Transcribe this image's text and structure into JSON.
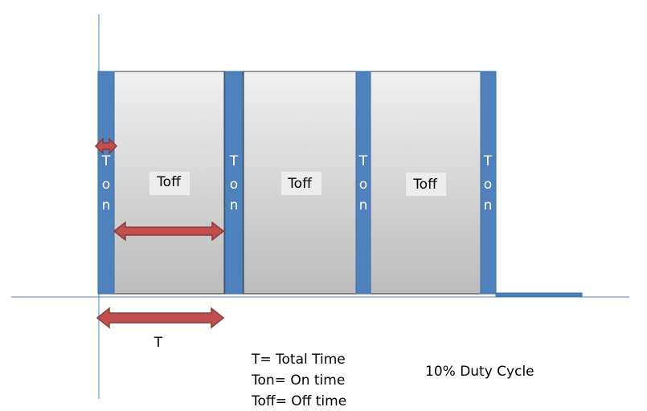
{
  "diagram": {
    "colors": {
      "on_bar": "#4f81bd",
      "off_block_top": "#f0f0f0",
      "off_block_bottom": "#bcbcbc",
      "arrow": "#c0504d",
      "axis": "#4f81bd"
    },
    "ton_label": [
      "T",
      "o",
      "n"
    ],
    "toff_label": "Toff",
    "period_label": "T",
    "legend": {
      "total_time": "T= Total Time",
      "on_time": "Ton= On time",
      "off_time": "Toff= Off time"
    },
    "duty_cycle_label": "10% Duty Cycle"
  }
}
